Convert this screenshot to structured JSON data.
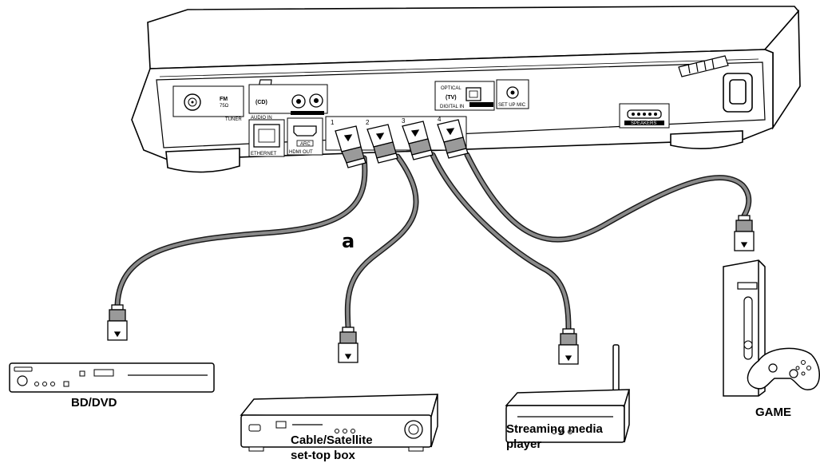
{
  "panel": {
    "tuner_fm": "FM",
    "tuner_ohm": "75Ω",
    "tuner_label": "TUNER",
    "cd_label": "(CD)",
    "audio_in_label": "AUDIO IN",
    "ethernet_label": "ETHERNET",
    "arc_label": "ARC",
    "hdmi_out_label": "HDMI OUT",
    "optical_label": "OPTICAL",
    "tv_label": "(TV)",
    "digital_in_label": "DIGITAL IN",
    "setup_mic_label": "SET UP MIC",
    "speakers_label": "SPEAKERS",
    "hdmi_in_numbers": [
      "1",
      "2",
      "3",
      "4"
    ]
  },
  "callout": "a",
  "devices": {
    "bd_dvd": "BD/DVD",
    "cable_line1": "Cable/Satellite",
    "cable_line2": "set-top box",
    "streaming_line1": "Streaming media",
    "streaming_line2": "player",
    "game": "GAME"
  },
  "colors": {
    "cable": "#8a8a8a",
    "cable_outline": "#1a1a1a",
    "plug": "#9a9a9a",
    "device_fill": "#ffffff",
    "outline": "#000000"
  }
}
